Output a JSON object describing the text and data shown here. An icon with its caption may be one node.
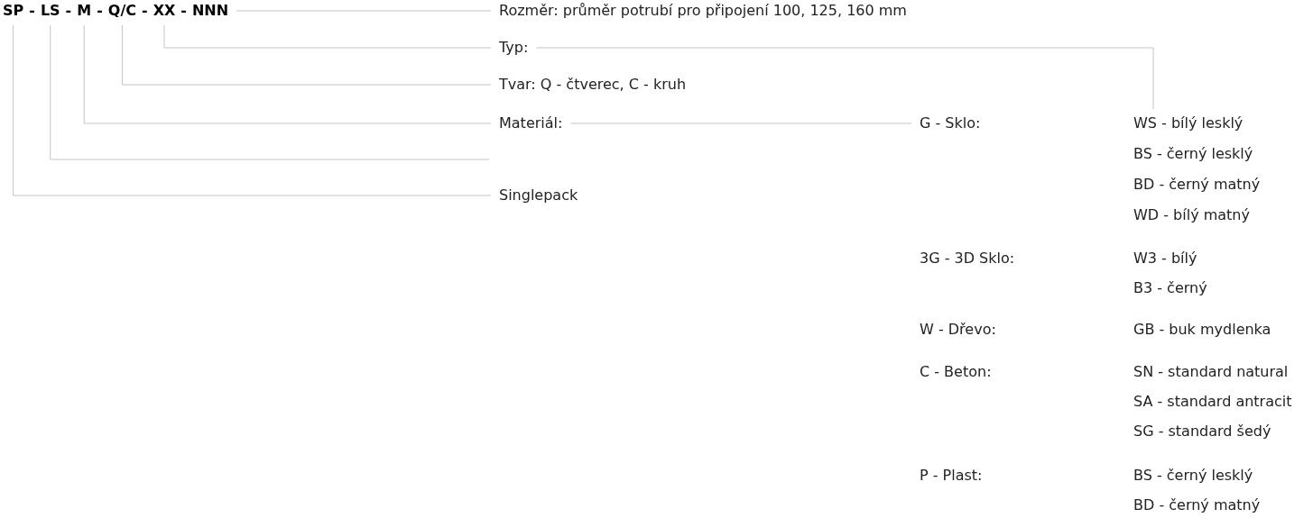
{
  "diagram": {
    "nodes": [
      {
        "text": [
          "SP"
        ]
      },
      {
        "text": [
          "LS"
        ]
      },
      {
        "text": [
          "M"
        ]
      },
      {
        "text": [
          "Q/C"
        ]
      },
      {
        "text": [
          "XX"
        ]
      },
      {
        "text": [
          "NNN"
        ]
      },
      {
        "text": [
          "Rozměr: průměr potrubí pro připojení 100, 125, 160 mm"
        ]
      },
      {
        "text": [
          "Typ:"
        ]
      },
      {
        "text": [
          "Tvar: Q - čtverec, C - kruh"
        ]
      },
      {
        "text": [
          "Materiál:"
        ]
      },
      {
        "text": [
          "Singlepack"
        ]
      },
      {
        "text": [
          "G - Sklo:"
        ]
      },
      {
        "text": [
          "WS - bílý lesklý"
        ]
      },
      {
        "text": [
          "BS - černý lesklý"
        ]
      },
      {
        "text": [
          "BD - černý matný"
        ]
      },
      {
        "text": [
          "WD - bílý matný"
        ]
      },
      {
        "text": [
          "3G - 3D Sklo:"
        ]
      },
      {
        "text": [
          "W3 - bílý"
        ]
      },
      {
        "text": [
          "B3 - černý"
        ]
      },
      {
        "text": [
          "W - Dřevo:"
        ]
      },
      {
        "text": [
          "GB - buk mydlenka"
        ]
      },
      {
        "text": [
          "C - Beton:"
        ]
      },
      {
        "text": [
          "SN - standard natural"
        ]
      },
      {
        "text": [
          "SA - standard antracit"
        ]
      },
      {
        "text": [
          "SG - standard šedý"
        ]
      },
      {
        "text": [
          "P - Plast:"
        ]
      },
      {
        "text": [
          "BS - černý lesklý"
        ]
      },
      {
        "text": [
          "BD - černý matný"
        ]
      }
    ],
    "edges": [
      {
        "from": 5,
        "to": 6,
        "arrow": "none"
      },
      {
        "from": 4,
        "to": 7,
        "arrow": "none"
      },
      {
        "from": 3,
        "to": 8,
        "arrow": "none"
      },
      {
        "from": 2,
        "to": 9,
        "arrow": "none"
      },
      {
        "from": 1,
        "to": null,
        "arrow": "none"
      },
      {
        "from": 0,
        "to": 10,
        "arrow": "none"
      },
      {
        "from": 7,
        "to": 12,
        "arrow": "none"
      },
      {
        "from": 9,
        "to": 11,
        "arrow": "none"
      }
    ],
    "labels": [
      "-",
      "-",
      "-",
      "-",
      "-"
    ]
  }
}
